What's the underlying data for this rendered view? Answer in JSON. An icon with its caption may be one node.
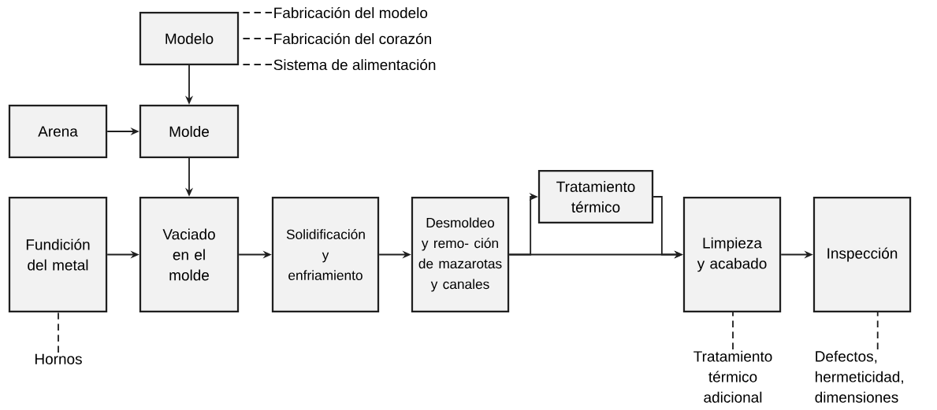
{
  "diagram": {
    "nodes": [
      {
        "text": [
          "Modelo"
        ]
      },
      {
        "text": [
          "Arena"
        ]
      },
      {
        "text": [
          "Molde"
        ]
      },
      {
        "text": [
          "Fundición del metal"
        ]
      },
      {
        "text": [
          "Vaciado en el molde"
        ]
      },
      {
        "text": [
          "Solidificación y enfriamiento"
        ]
      },
      {
        "text": [
          "Desmoldeo y remo- ción de mazarotas y canales"
        ]
      },
      {
        "text": [
          "Tratamiento térmico"
        ]
      },
      {
        "text": [
          "Limpieza y acabado"
        ]
      },
      {
        "text": [
          "Inspección"
        ]
      },
      {
        "text": [
          "Fabricación del modelo"
        ]
      },
      {
        "text": [
          "Fabricación del corazón"
        ]
      },
      {
        "text": [
          "Sistema de alimentación"
        ]
      },
      {
        "text": [
          "Hornos"
        ]
      },
      {
        "text": [
          "Tratamiento térmico adicional"
        ]
      },
      {
        "text": [
          "Defectos, hermeticidad, dimensiones"
        ]
      }
    ],
    "edges": [
      {
        "from": 0,
        "to": 2,
        "arrow": "to"
      },
      {
        "from": 1,
        "to": 2,
        "arrow": "to"
      },
      {
        "from": 2,
        "to": 4,
        "arrow": "to"
      },
      {
        "from": 3,
        "to": 4,
        "arrow": "to"
      },
      {
        "from": 4,
        "to": 5,
        "arrow": "to"
      },
      {
        "from": 5,
        "to": 6,
        "arrow": "to"
      },
      {
        "from": 6,
        "to": 8,
        "arrow": "to"
      },
      {
        "from": 6,
        "to": 7,
        "arrow": "to"
      },
      {
        "from": 7,
        "to": 8,
        "arrow": "to"
      },
      {
        "from": 8,
        "to": 9,
        "arrow": "to"
      },
      {
        "from": 10,
        "to": 0,
        "arrow": "none",
        "style": "dashed"
      },
      {
        "from": 11,
        "to": 0,
        "arrow": "none",
        "style": "dashed"
      },
      {
        "from": 12,
        "to": 0,
        "arrow": "none",
        "style": "dashed"
      },
      {
        "from": 13,
        "to": 3,
        "arrow": "none",
        "style": "dashed"
      },
      {
        "from": 14,
        "to": 8,
        "arrow": "none",
        "style": "dashed"
      },
      {
        "from": 15,
        "to": 9,
        "arrow": "none",
        "style": "dashed"
      }
    ]
  }
}
